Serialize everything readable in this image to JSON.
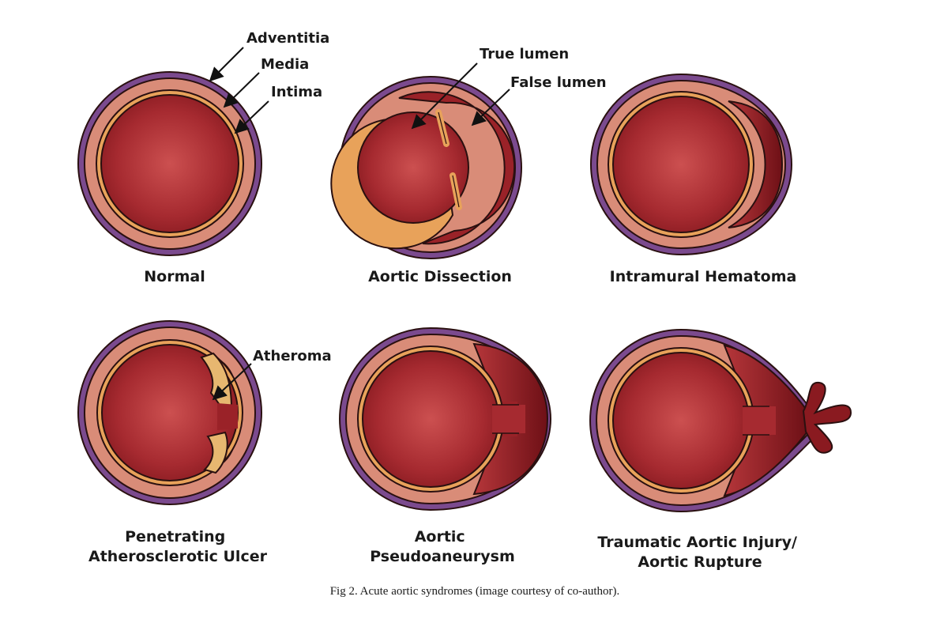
{
  "layer_labels": {
    "adventitia": "Adventitia",
    "media": "Media",
    "intima": "Intima"
  },
  "dissection_labels": {
    "true_lumen": "True lumen",
    "false_lumen": "False lumen"
  },
  "ulcer_label": {
    "atheroma": "Atheroma"
  },
  "panels": {
    "normal": {
      "label_lines": [
        "Normal"
      ]
    },
    "aortic_dissection": {
      "label_lines": [
        "Aortic Dissection"
      ]
    },
    "intramural_hematoma": {
      "label_lines": [
        "Intramural Hematoma"
      ]
    },
    "penetrating_ulcer": {
      "label_lines": [
        "Penetrating",
        "Atherosclerotic Ulcer"
      ]
    },
    "pseudoaneurysm": {
      "label_lines": [
        "Aortic",
        "Pseudoaneurysm"
      ]
    },
    "traumatic_injury": {
      "label_lines": [
        "Traumatic Aortic Injury/",
        "Aortic Rupture"
      ]
    }
  },
  "caption": "Fig 2.  Acute aortic syndromes (image courtesy of co-author).",
  "colors": {
    "adventitia": "#7b4a8e",
    "media": "#d98c78",
    "intima": "#e8a25a",
    "lumen_center": "#c94a4a",
    "lumen_edge": "#8e1c22",
    "false_lumen": "#8a1a20",
    "atheroma": "#e7b770"
  }
}
